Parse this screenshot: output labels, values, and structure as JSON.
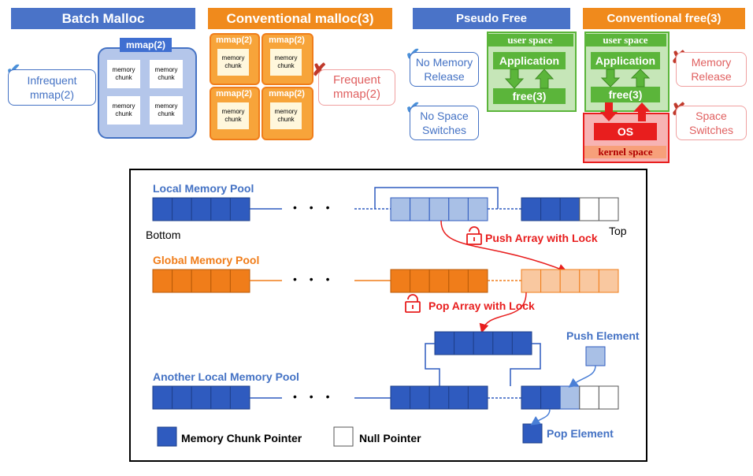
{
  "top": {
    "batch": {
      "title": "Batch Malloc",
      "mmap_label": "mmap(2)",
      "chunk_label": "memory chunk",
      "side_label": "Infrequent mmap(2)"
    },
    "conventional_malloc": {
      "title": "Conventional malloc(3)",
      "mmap_label": "mmap(2)",
      "chunk_label": "memory chunk",
      "side_label": "Frequent mmap(2)"
    },
    "pseudo_free": {
      "title": "Pseudo Free",
      "user_space": "user space",
      "application": "Application",
      "free": "free(3)",
      "pill1": "No Memory Release",
      "pill2": "No Space Switches"
    },
    "conventional_free": {
      "title": "Conventional free(3)",
      "user_space": "user space",
      "application": "Application",
      "free": "free(3)",
      "os": "OS",
      "kernel_space": "kernel space",
      "pill1": "Memory Release",
      "pill2": "Space Switches"
    }
  },
  "diagram": {
    "local_pool": "Local Memory Pool",
    "global_pool": "Global Memory Pool",
    "another_pool": "Another Local Memory Pool",
    "bottom": "Bottom",
    "top": "Top",
    "push_array": "Push Array with Lock",
    "pop_array": "Pop Array with Lock",
    "push_element": "Push Element",
    "pop_element": "Pop Element",
    "legend_chunk": "Memory Chunk Pointer",
    "legend_null": "Null Pointer",
    "ellipsis": "• • •"
  },
  "colors": {
    "blue": "#4472c4",
    "dark_blue": "#2f5bbf",
    "light_blue": "#a9c0e6",
    "orange": "#f07d1a",
    "light_orange": "#f9c8a0",
    "green": "#5bb53a",
    "red": "#e81e1e"
  }
}
